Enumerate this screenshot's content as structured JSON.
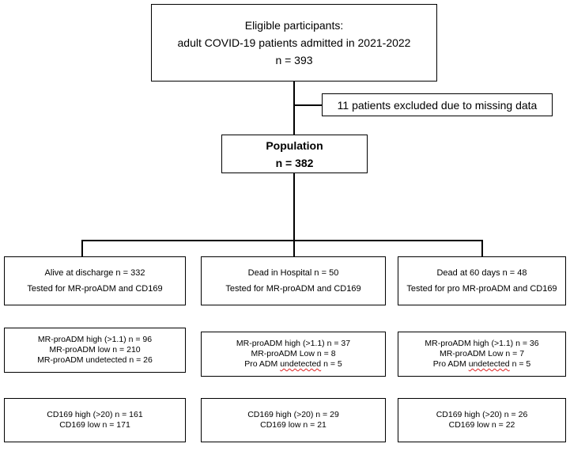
{
  "eligible": {
    "line1": "Eligible participants:",
    "line2": "adult COVID-19 patients admitted in 2021-2022",
    "line3": "n = 393"
  },
  "excluded": {
    "text": "11 patients excluded due to missing data"
  },
  "population": {
    "title": "Population",
    "n": "n = 382"
  },
  "groups": [
    {
      "line1": "Alive at discharge  n = 332",
      "line2": "Tested for MR-proADM and CD169",
      "proadm": [
        "MR-proADM high (>1.1) n = 96",
        "MR-proADM low n = 210",
        "MR-proADM undetected n = 26"
      ],
      "cd169": [
        "CD169 high (>20) n = 161",
        "CD169 low n = 171"
      ]
    },
    {
      "line1": "Dead in Hospital n = 50",
      "line2": "Tested for MR-proADM and CD169",
      "proadm": [
        "MR-proADM high (>1.1) n = 37",
        "MR-proADM Low n = 8"
      ],
      "proadm3_a": "Pro ADM ",
      "proadm3_b": "undetected",
      "proadm3_c": " n = 5",
      "cd169": [
        "CD169 high (>20) n = 29",
        "CD169 low n = 21"
      ]
    },
    {
      "line1": "Dead at 60 days n = 48",
      "line2": "Tested for pro MR-proADM and CD169",
      "proadm": [
        "MR-proADM high (>1.1) n = 36",
        "MR-proADM Low n = 7"
      ],
      "proadm3_a": "Pro ADM ",
      "proadm3_b": "undetected",
      "proadm3_c": " n = 5",
      "cd169": [
        "CD169 high (>20) n = 26",
        "CD169 low n = 22"
      ]
    }
  ]
}
